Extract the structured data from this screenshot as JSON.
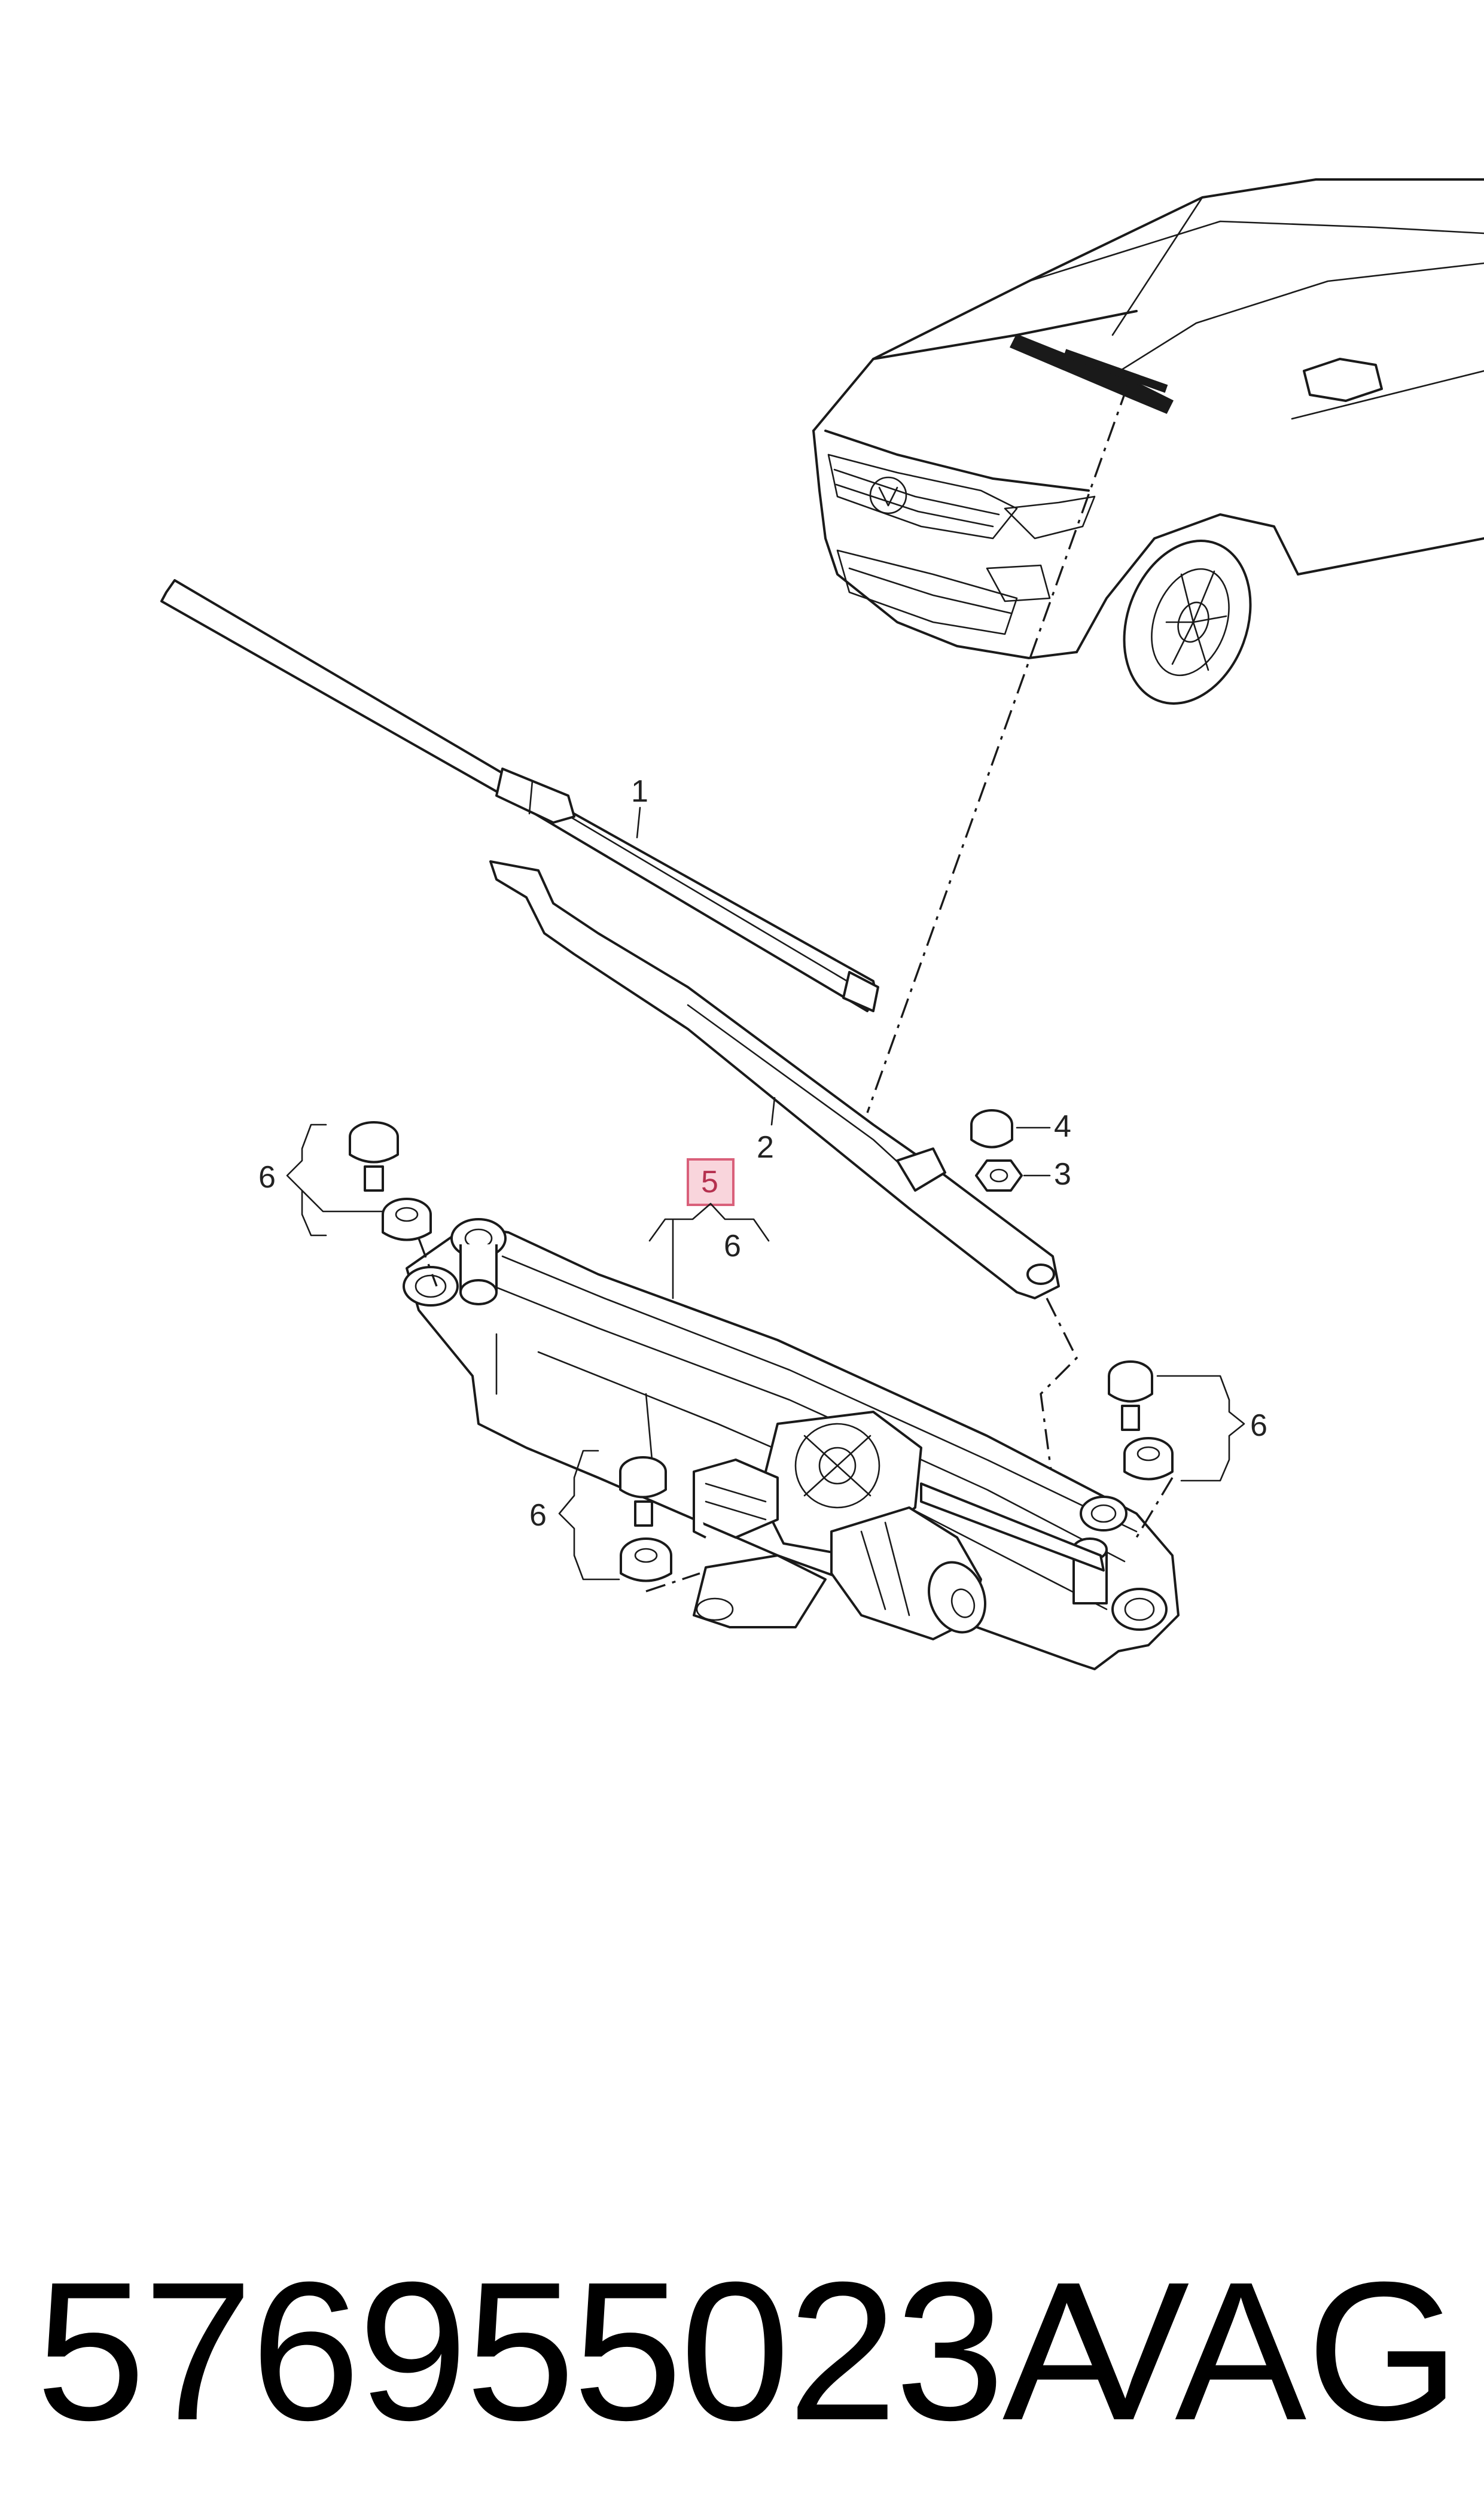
{
  "callouts": {
    "c1": "1",
    "c2": "2",
    "c3": "3",
    "c4": "4",
    "c5": "5",
    "c6a": "6",
    "c6b": "6",
    "c6c": "6",
    "c6d": "6"
  },
  "footer": {
    "part_number": "576955023A",
    "brand": "VAG"
  },
  "colors": {
    "highlight_fill": "#f9d5dc",
    "highlight_stroke": "#d9607a",
    "line": "#1a1a1a"
  }
}
